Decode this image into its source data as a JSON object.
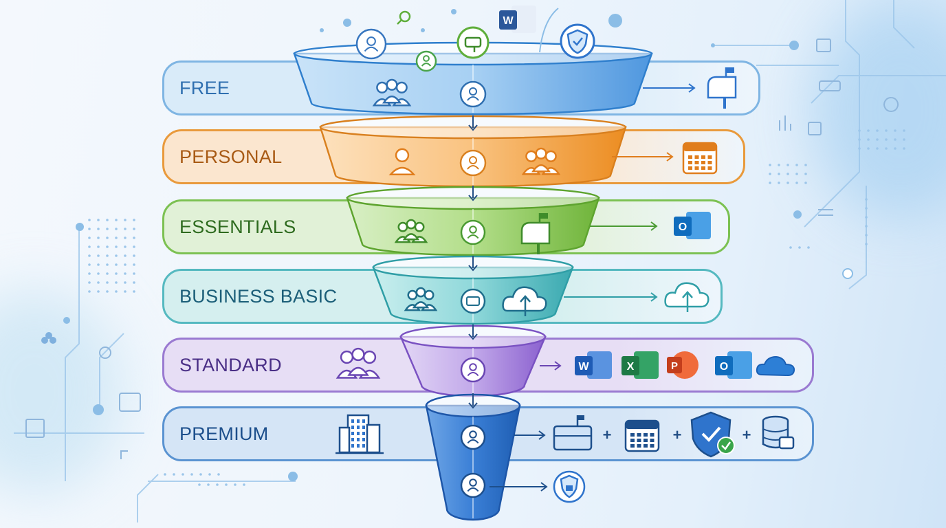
{
  "tiers": [
    {
      "id": "free",
      "label": "FREE",
      "color": "#2f6fb0",
      "tint": "#d9ebf9",
      "border": "#7fb5e3"
    },
    {
      "id": "personal",
      "label": "PERSONAL",
      "color": "#a85a14",
      "tint": "#fbe6cf",
      "border": "#e99a3c"
    },
    {
      "id": "essentials",
      "label": "ESSENTIALS",
      "color": "#2e6b1f",
      "tint": "#e1f1d7",
      "border": "#7cc152"
    },
    {
      "id": "business-basic",
      "label": "BUSINESS BASIC",
      "color": "#1b5e78",
      "tint": "#d5efef",
      "border": "#55b9c0"
    },
    {
      "id": "standard",
      "label": "STANDARD",
      "color": "#4a2f86",
      "tint": "#e7def5",
      "border": "#9a7ad1"
    },
    {
      "id": "premium",
      "label": "PREMIUM",
      "color": "#1d4f8c",
      "tint": "#d5e5f6",
      "border": "#5a93d1"
    }
  ],
  "app_letters": {
    "word": "W",
    "excel": "X",
    "powerpoint": "P",
    "outlook": "O"
  },
  "icons": {
    "free_out": "mailbox-icon",
    "personal_out": "calendar-icon",
    "essentials_out": "outlook-icon",
    "business_out": "cloud-upload-icon",
    "standard_out": [
      "word-icon",
      "excel-icon",
      "powerpoint-icon",
      "outlook-icon",
      "onedrive-icon"
    ],
    "premium_out": [
      "briefcase-icon",
      "calendar-icon",
      "shield-check-icon",
      "database-lock-icon"
    ],
    "bottom_out": "shield-lock-icon"
  },
  "plus_sign": "+",
  "colors": {
    "free": "#4f97df",
    "personal": "#f0962e",
    "essentials": "#7fc04a",
    "business": "#3eb4b8",
    "standard": "#9b74d6",
    "premium": "#2f74cc"
  }
}
